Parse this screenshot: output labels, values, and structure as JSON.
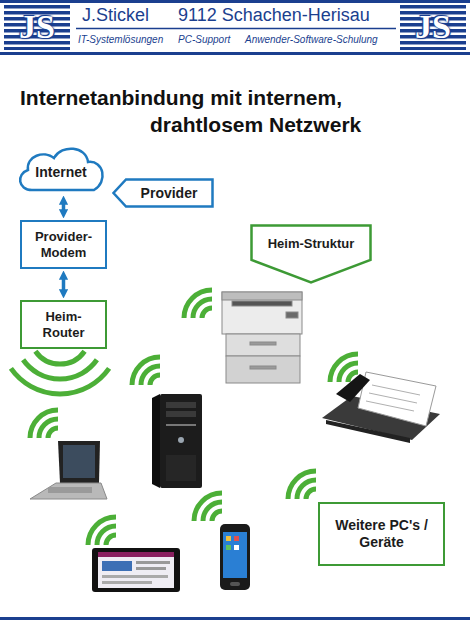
{
  "diagram": {
    "title": "Internetanbindung mit internem, drahtlosem Netzwerk",
    "nodes": [
      {
        "text": [
          "Internet"
        ]
      },
      {
        "text": [
          "Provider"
        ]
      },
      {
        "text": [
          "Provider- Modem"
        ]
      },
      {
        "text": [
          "Heim-Struktur"
        ]
      },
      {
        "text": [
          "Heim- Router"
        ]
      },
      {
        "text": [
          "Weitere PC's / Geräte"
        ]
      }
    ],
    "edges": [
      {
        "from": 0,
        "to": 2,
        "arrow": "both"
      },
      {
        "from": 2,
        "to": 4,
        "arrow": "both"
      }
    ],
    "labels": [
      "JS",
      "J.Stickel",
      "9112 Schachen-Herisau",
      "IT-Systemlösungen",
      "PC-Support",
      "Anwender-Software-Schulung",
      "JS"
    ]
  }
}
